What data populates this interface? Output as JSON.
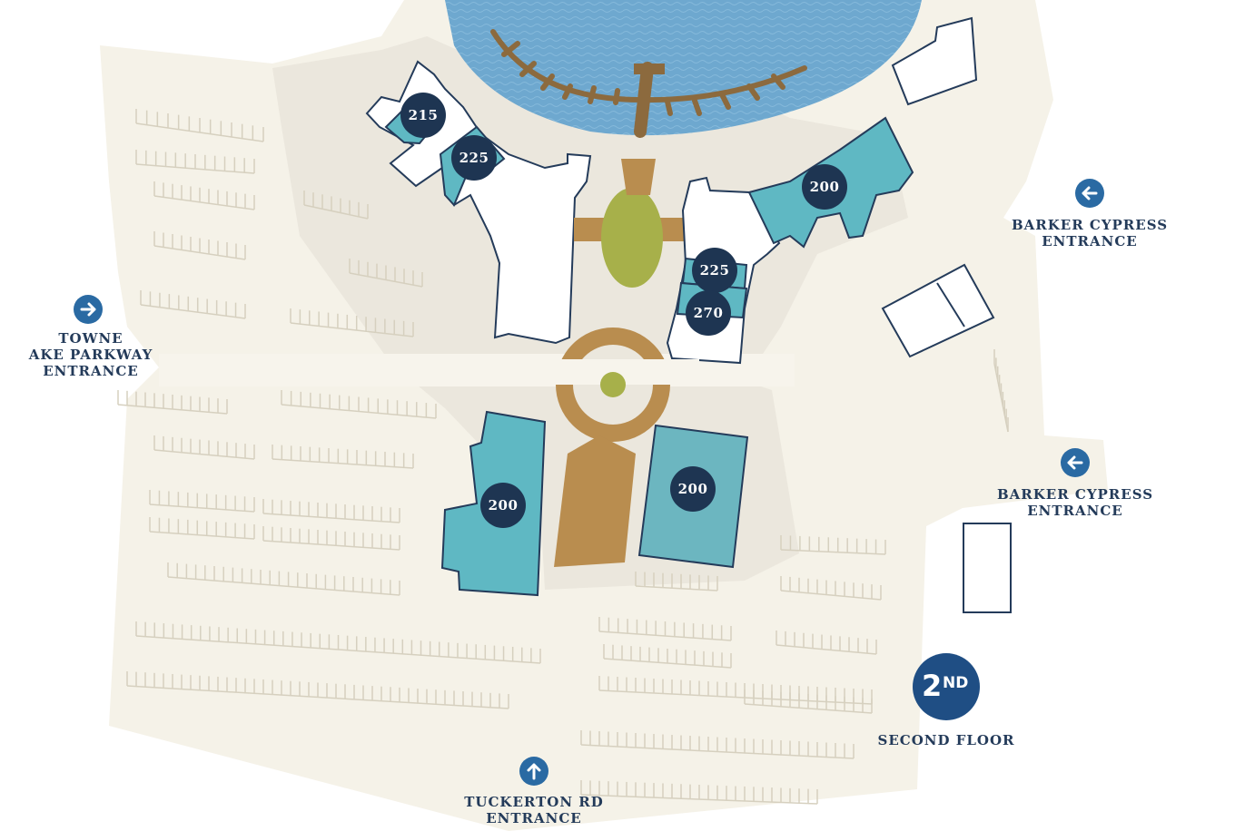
{
  "colors": {
    "background": "#ffffff",
    "parking_lot": "#f5f2e8",
    "plaza": "#ebe7dd",
    "water": "#6ea8cf",
    "dock": "#8c6a3e",
    "teal_building": "#5fb8c3",
    "white_building": "#ffffff",
    "building_outline": "#243b5a",
    "badge": "#1e3552",
    "green_lawn": "#a7b04a",
    "walkway": "#b98d4f",
    "arrow_button": "#2a6aa3",
    "label_text": "#243b5a"
  },
  "suites": [
    {
      "id": "suite-215-west",
      "label": "215"
    },
    {
      "id": "suite-225-west",
      "label": "225"
    },
    {
      "id": "suite-200-northeast",
      "label": "200"
    },
    {
      "id": "suite-225-east",
      "label": "225"
    },
    {
      "id": "suite-270-east",
      "label": "270"
    },
    {
      "id": "suite-200-southwest",
      "label": "200"
    },
    {
      "id": "suite-200-south",
      "label": "200"
    }
  ],
  "entrances": {
    "west": {
      "line1": "TOWNE",
      "line2": "AKE PARKWAY",
      "line3": "ENTRANCE",
      "icon": "arrow-right-icon"
    },
    "northeast": {
      "line1": "BARKER CYPRESS",
      "line2": "ENTRANCE",
      "icon": "arrow-left-icon"
    },
    "east": {
      "line1": "BARKER CYPRESS",
      "line2": "ENTRANCE",
      "icon": "arrow-left-icon"
    },
    "south": {
      "line1": "TUCKERTON RD",
      "line2": "ENTRANCE",
      "icon": "arrow-up-icon"
    }
  },
  "floor_toggle": {
    "number": "2",
    "suffix": "ND",
    "caption": "SECOND FLOOR"
  }
}
